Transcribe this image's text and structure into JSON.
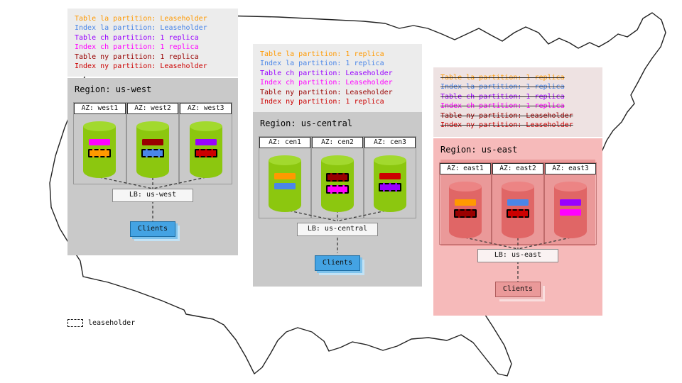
{
  "legend": {
    "label": "leaseholder"
  },
  "regions": [
    {
      "id": "us-west",
      "title": "Region: us-west",
      "down": false,
      "colors": {
        "annotation_bg": "#ececec",
        "region_bg": "#c9c9c9",
        "cylinder": "#8cc70f",
        "clients_bg": "#44a3e3"
      },
      "annotations": [
        {
          "text": "Table la partition: Leaseholder",
          "color": "#ff9900"
        },
        {
          "text": "Index la partition: Leaseholder",
          "color": "#4a86e8"
        },
        {
          "text": "Table ch partition: 1 replica",
          "color": "#9900ff"
        },
        {
          "text": "Index ch partition: 1 replica",
          "color": "#ff00ff"
        },
        {
          "text": "Table ny partition: 1 replica",
          "color": "#990000"
        },
        {
          "text": "Index ny partition: Leaseholder",
          "color": "#cc0000"
        }
      ],
      "azs": [
        {
          "label": "AZ: west1",
          "bars": [
            {
              "color": "#ff00ff",
              "leaseholder": false
            },
            {
              "color": "#ff9900",
              "leaseholder": true
            }
          ]
        },
        {
          "label": "AZ: west2",
          "bars": [
            {
              "color": "#990000",
              "leaseholder": false
            },
            {
              "color": "#4a86e8",
              "leaseholder": true
            }
          ]
        },
        {
          "label": "AZ: west3",
          "bars": [
            {
              "color": "#9900ff",
              "leaseholder": false
            },
            {
              "color": "#cc0000",
              "leaseholder": true
            }
          ]
        }
      ],
      "lb_label": "LB: us-west",
      "clients_label": "Clients"
    },
    {
      "id": "us-central",
      "title": "Region: us-central",
      "down": false,
      "colors": {
        "annotation_bg": "#ececec",
        "region_bg": "#c9c9c9",
        "cylinder": "#8cc70f",
        "clients_bg": "#44a3e3"
      },
      "annotations": [
        {
          "text": "Table la partition: 1 replica",
          "color": "#ff9900"
        },
        {
          "text": "Index la partition: 1 replica",
          "color": "#4a86e8"
        },
        {
          "text": "Table ch partition: Leaseholder",
          "color": "#9900ff"
        },
        {
          "text": "Index ch partition: Leaseholder",
          "color": "#ff00ff"
        },
        {
          "text": "Table ny partition: Leaseholder",
          "color": "#990000"
        },
        {
          "text": "Index ny partition: 1 replica",
          "color": "#cc0000"
        }
      ],
      "azs": [
        {
          "label": "AZ: cen1",
          "bars": [
            {
              "color": "#ff9900",
              "leaseholder": false
            },
            {
              "color": "#4a86e8",
              "leaseholder": false
            }
          ]
        },
        {
          "label": "AZ: cen2",
          "bars": [
            {
              "color": "#990000",
              "leaseholder": true
            },
            {
              "color": "#ff00ff",
              "leaseholder": true
            }
          ]
        },
        {
          "label": "AZ: cen3",
          "bars": [
            {
              "color": "#cc0000",
              "leaseholder": false
            },
            {
              "color": "#9900ff",
              "leaseholder": true
            }
          ]
        }
      ],
      "lb_label": "LB: us-central",
      "clients_label": "Clients"
    },
    {
      "id": "us-east",
      "title": "Region: us-east",
      "down": true,
      "colors": {
        "annotation_bg": "#eee2e2",
        "region_bg": "#f6baba",
        "az_panel_bg": "#ea9999",
        "cylinder": "#e06666",
        "clients_bg": "#ea9999"
      },
      "annotations": [
        {
          "text": "Table la partition: 1 replica",
          "color": "#ff9900"
        },
        {
          "text": "Index la partition: 1 replica",
          "color": "#4a86e8"
        },
        {
          "text": "Table ch partition: 1 replica",
          "color": "#9900ff"
        },
        {
          "text": "Index ch partition: 1 replica",
          "color": "#ff00ff"
        },
        {
          "text": "Table ny partition: Leaseholder",
          "color": "#990000"
        },
        {
          "text": "Index ny partition: Leaseholder",
          "color": "#cc0000"
        }
      ],
      "azs": [
        {
          "label": "AZ: east1",
          "bars": [
            {
              "color": "#ff9900",
              "leaseholder": false
            },
            {
              "color": "#990000",
              "leaseholder": true
            }
          ]
        },
        {
          "label": "AZ: east2",
          "bars": [
            {
              "color": "#4a86e8",
              "leaseholder": false
            },
            {
              "color": "#cc0000",
              "leaseholder": true
            }
          ]
        },
        {
          "label": "AZ: east3",
          "bars": [
            {
              "color": "#9900ff",
              "leaseholder": false
            },
            {
              "color": "#ff00ff",
              "leaseholder": false
            }
          ]
        }
      ],
      "lb_label": "LB: us-east",
      "clients_label": "Clients"
    }
  ]
}
